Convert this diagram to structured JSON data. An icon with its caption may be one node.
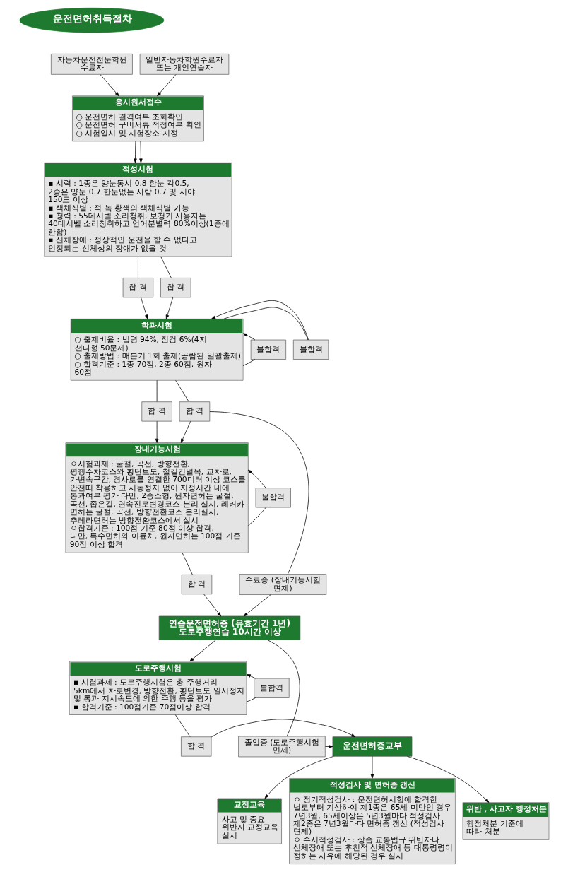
{
  "diagram": {
    "nodes": [
      {
        "text": [
          "운전면허취득절차"
        ]
      },
      {
        "text": [
          "자동차운전전문학원 수료자"
        ]
      },
      {
        "text": [
          "일반자동차학원수료자 또는 개인연습자"
        ]
      },
      {
        "text": [
          "응시원서접수",
          "○ 운전면허 결격여부 조회확인",
          "○ 운전면허 구비서류 적정여부 확인",
          "○ 시험일시 및 시험장소 지정"
        ]
      },
      {
        "text": [
          "적성시험",
          "▪ 시력 : 1종은 양눈동시 0.8 한눈 각0.5, 2종은 양눈 0.7 한눈없는 사람 0.7 및 시야 150도 이상",
          "▪ 색채식별 : 적 녹 황색의 색채식별 가능",
          "▪ 청력 : 55데시벨 소리청취, 보청기 사용자는 40데시벨 소리청취하고 언어분별력 80%이상(1종에 한함)",
          "▪ 신체장애 : 정상적인 운전을 할 수 없다고 인정되는 신체상의 장애가 없을 것"
        ]
      },
      {
        "text": [
          "합 격"
        ]
      },
      {
        "text": [
          "합 격"
        ]
      },
      {
        "text": [
          "학과시험",
          "○ 출제비율 : 법령 94%, 점검 6%(4지 선다형 50문제)",
          "○ 출제방법 : 매분기 1회 출제(공람된 일괄출제)",
          "○ 합격기준 : 1종 70점, 2종 60점, 원자 60점"
        ]
      },
      {
        "text": [
          "불합격"
        ]
      },
      {
        "text": [
          "불합격"
        ]
      },
      {
        "text": [
          "합 격"
        ]
      },
      {
        "text": [
          "합 격"
        ]
      },
      {
        "text": [
          "장내기능시험",
          "ㅇ시험과제 : 굴절, 곡선, 방향전환, 평행주차코스와 횡단보도, 철길건널목, 교차로, 가변속구간, 경사로를 연결한 700미터 이상 코스를 안전띠 착용하고 시동정지 없이 지정시간 내에 통과여부 평가 다만, 2종소형, 원자면허는 굴절, 곡선, 좁은길, 연속진로변경코스 분리 실시, 레커카 면허는 굴절, 곡선, 방향전환코스 분리실시, 추레라면허는 방향전환코스에서 실시",
          "ㅇ합격기준 : 100점 기준 80점 이상 합격, 다만, 특수면허와 이륜차, 원자면허는 100점 기준 90점 이상 합격"
        ]
      },
      {
        "text": [
          "수료증 (장내기능시험 면제)"
        ]
      },
      {
        "text": [
          "불합격"
        ]
      },
      {
        "text": [
          "합 격"
        ]
      },
      {
        "text": [
          "연습운전면허증 (유효기간 1년) 도로주행연습 10시간 이상"
        ]
      },
      {
        "text": [
          "도로주행시험",
          "▪ 시험과제 : 도로주행시험은 총 주행거리 5km에서 차로변경, 방향전환, 횡단보도 일시정지 및 통과 지시속도에 의한 주행 등을 평가",
          "▪ 합격기준 : 100점기준 70점이상 합격"
        ]
      },
      {
        "text": [
          "불합격"
        ]
      },
      {
        "text": [
          "합 격"
        ]
      },
      {
        "text": [
          "졸업증 (도로주행시험 면제)"
        ]
      },
      {
        "text": [
          "운전면허증교부"
        ]
      },
      {
        "text": [
          "교정교육",
          "사고 및 중요 위반자 교정교육 실시"
        ]
      },
      {
        "text": [
          "적성검사 및 면허증 갱신",
          "ㅇ 정기적성검사 : 운전면허시험에 합격한 날로부터 기산하여 제1종은 65세 미만인 경우 7년3월, 65세이상은 5년3월마다 적성검사 제2종은 7년3월마다 면허증 갱신 (적성검사 면제)",
          "ㅇ 수시적성검사 : 상습 교통법규 위반자나 신체장애 또는 후천적 신체장애 등 대통령령이 정하는 사유에 해당된 경우 실시"
        ]
      },
      {
        "text": [
          "위반 , 사고자 행정처분",
          "행정처분 기준에 따라 처분"
        ]
      }
    ],
    "edges": [
      {
        "from": 1,
        "to": 3,
        "arrow": "to"
      },
      {
        "from": 2,
        "to": 3,
        "arrow": "to"
      },
      {
        "from": 3,
        "to": 4,
        "arrow": "to"
      },
      {
        "from": 3,
        "to": 4,
        "arrow": "to"
      },
      {
        "from": 4,
        "to": 5,
        "arrow": "none"
      },
      {
        "from": 4,
        "to": 6,
        "arrow": "none"
      },
      {
        "from": 5,
        "to": 7,
        "arrow": "to"
      },
      {
        "from": 6,
        "to": 7,
        "arrow": "to"
      },
      {
        "from": 7,
        "to": 8,
        "arrow": "none"
      },
      {
        "from": 8,
        "to": 7,
        "arrow": "to"
      },
      {
        "from": 7,
        "to": 9,
        "arrow": "none"
      },
      {
        "from": 9,
        "to": 7,
        "arrow": "to"
      },
      {
        "from": 7,
        "to": 10,
        "arrow": "none"
      },
      {
        "from": 7,
        "to": 11,
        "arrow": "none"
      },
      {
        "from": 10,
        "to": 12,
        "arrow": "to"
      },
      {
        "from": 11,
        "to": 12,
        "arrow": "to"
      },
      {
        "from": 10,
        "to": 13,
        "arrow": "none"
      },
      {
        "from": 13,
        "to": 16,
        "arrow": "to"
      },
      {
        "from": 12,
        "to": 14,
        "arrow": "none"
      },
      {
        "from": 14,
        "to": 12,
        "arrow": "to"
      },
      {
        "from": 12,
        "to": 15,
        "arrow": "none"
      },
      {
        "from": 15,
        "to": 16,
        "arrow": "to"
      },
      {
        "from": 16,
        "to": 17,
        "arrow": "to"
      },
      {
        "from": 16,
        "to": 20,
        "arrow": "none"
      },
      {
        "from": 17,
        "to": 18,
        "arrow": "none"
      },
      {
        "from": 18,
        "to": 17,
        "arrow": "to"
      },
      {
        "from": 17,
        "to": 19,
        "arrow": "none"
      },
      {
        "from": 19,
        "to": 21,
        "arrow": "to"
      },
      {
        "from": 20,
        "to": 21,
        "arrow": "to"
      },
      {
        "from": 21,
        "to": 22,
        "arrow": "to"
      },
      {
        "from": 21,
        "to": 23,
        "arrow": "to"
      },
      {
        "from": 21,
        "to": 24,
        "arrow": "to"
      }
    ]
  }
}
